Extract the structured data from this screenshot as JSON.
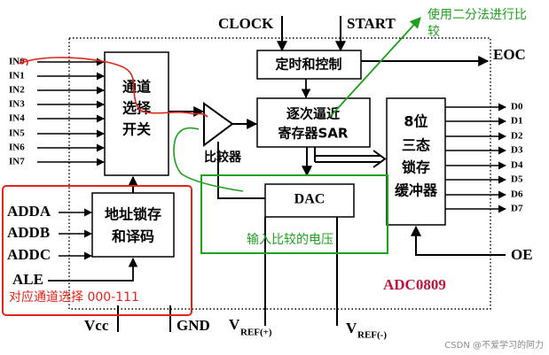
{
  "signals": {
    "clock": "CLOCK",
    "start": "START",
    "eoc": "EOC",
    "oe": "OE",
    "vcc": "Vcc",
    "gnd": "GND",
    "vref_plus_main": "V",
    "vref_plus_sub": "REF(+)",
    "vref_minus_main": "V",
    "vref_minus_sub": "REF(-)",
    "ale": "ALE"
  },
  "inputs": [
    "IN0",
    "IN1",
    "IN2",
    "IN3",
    "IN4",
    "IN5",
    "IN6",
    "IN7"
  ],
  "address_lines": [
    "ADDA",
    "ADDB",
    "ADDC"
  ],
  "outputs": [
    "D0",
    "D1",
    "D2",
    "D3",
    "D4",
    "D5",
    "D6",
    "D7"
  ],
  "blocks": {
    "mux": [
      "通道",
      "选择",
      "开关"
    ],
    "timing": "定时和控制",
    "sar": [
      "逐次逼近",
      "寄存器SAR"
    ],
    "dac": "DAC",
    "latch": [
      "地址锁存",
      "和译码"
    ],
    "buffer": [
      "8位",
      "三态",
      "锁存",
      "缓冲器"
    ],
    "comparator": "比较器"
  },
  "chip_name": "ADC0809",
  "annotations": {
    "compare": [
      "使用二分法进行比",
      "较"
    ],
    "voltage": "输入比较的电压",
    "channel": "对应通道选择 000-111"
  },
  "watermark": "CSDN @不爱学习的阿力",
  "colors": {
    "ink": "#000000",
    "red_annotation": "#e3241b",
    "green_annotation": "#1fa01f",
    "chip_label": "#c0143c",
    "watermark": "#8a8a8a"
  }
}
